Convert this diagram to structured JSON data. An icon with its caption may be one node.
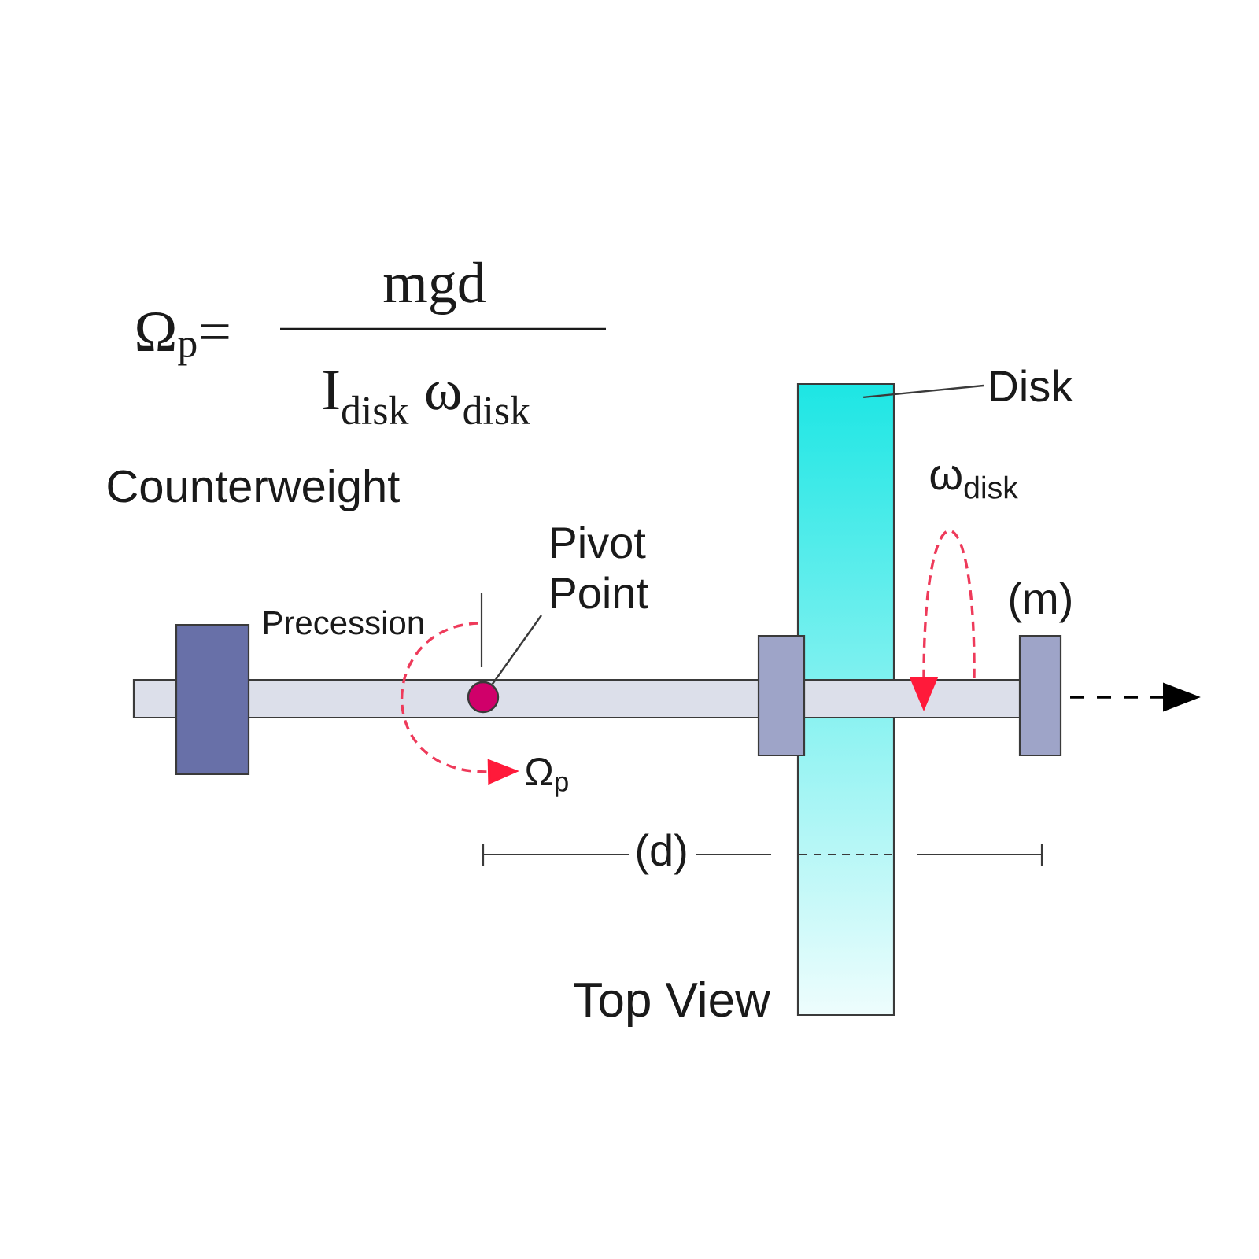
{
  "diagram": {
    "nodes": [
      {
        "text": [
          "Disk"
        ]
      },
      {
        "text": [],
        "shape": "box"
      },
      {
        "text": [
          "Pivot Point"
        ]
      },
      {
        "text": [],
        "shape": "circle"
      }
    ],
    "edges": [
      {
        "from": 0,
        "to": 1,
        "arrow": "none"
      },
      {
        "from": 2,
        "to": 3,
        "arrow": "none"
      }
    ],
    "labels": [
      "Ω$_{p}$=",
      "mgd",
      "I$_{disk}$ ω$_{disk}$",
      "Counterweight",
      "ω$_{disk}$",
      "Precession",
      "(m)",
      "Ω$_{p}$",
      "(d)",
      "Top View"
    ]
  }
}
